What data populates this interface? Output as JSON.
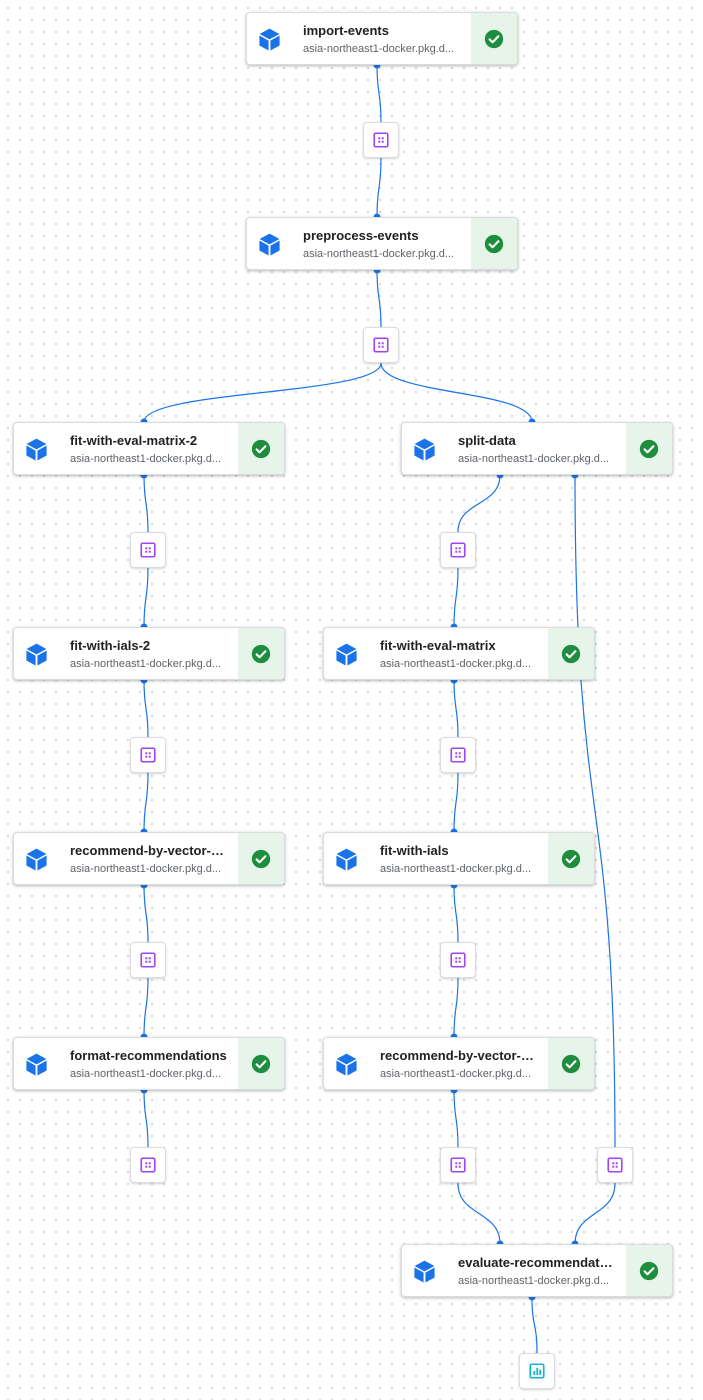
{
  "colors": {
    "edge": "#1a73e8",
    "cube": "#1a73e8",
    "success": "#1e8e3e",
    "success_bg": "#e6f4ea",
    "artifact_purple": "#a142f4",
    "metrics_teal": "#12b5cb"
  },
  "nodes": [
    {
      "id": "import-events",
      "title": "import-events",
      "subtitle": "asia-northeast1-docker.pkg.d...",
      "status": "succeeded",
      "icon": "container-cube-icon",
      "status_icon": "check-circle-icon"
    },
    {
      "id": "preprocess-events",
      "title": "preprocess-events",
      "subtitle": "asia-northeast1-docker.pkg.d...",
      "status": "succeeded",
      "icon": "container-cube-icon",
      "status_icon": "check-circle-icon"
    },
    {
      "id": "fit-with-eval-matrix-2",
      "title": "fit-with-eval-matrix-2",
      "subtitle": "asia-northeast1-docker.pkg.d...",
      "status": "succeeded",
      "icon": "container-cube-icon",
      "status_icon": "check-circle-icon"
    },
    {
      "id": "split-data",
      "title": "split-data",
      "subtitle": "asia-northeast1-docker.pkg.d...",
      "status": "succeeded",
      "icon": "container-cube-icon",
      "status_icon": "check-circle-icon"
    },
    {
      "id": "fit-with-ials-2",
      "title": "fit-with-ials-2",
      "subtitle": "asia-northeast1-docker.pkg.d...",
      "status": "succeeded",
      "icon": "container-cube-icon",
      "status_icon": "check-circle-icon"
    },
    {
      "id": "fit-with-eval-matrix",
      "title": "fit-with-eval-matrix",
      "subtitle": "asia-northeast1-docker.pkg.d...",
      "status": "succeeded",
      "icon": "container-cube-icon",
      "status_icon": "check-circle-icon"
    },
    {
      "id": "recommend-by-vector-si-left",
      "title": "recommend-by-vector-si...",
      "subtitle": "asia-northeast1-docker.pkg.d...",
      "status": "succeeded",
      "icon": "container-cube-icon",
      "status_icon": "check-circle-icon"
    },
    {
      "id": "fit-with-ials",
      "title": "fit-with-ials",
      "subtitle": "asia-northeast1-docker.pkg.d...",
      "status": "succeeded",
      "icon": "container-cube-icon",
      "status_icon": "check-circle-icon"
    },
    {
      "id": "format-recommendations",
      "title": "format-recommendations",
      "subtitle": "asia-northeast1-docker.pkg.d...",
      "status": "succeeded",
      "icon": "container-cube-icon",
      "status_icon": "check-circle-icon"
    },
    {
      "id": "recommend-by-vector-si-right",
      "title": "recommend-by-vector-si...",
      "subtitle": "asia-northeast1-docker.pkg.d...",
      "status": "succeeded",
      "icon": "container-cube-icon",
      "status_icon": "check-circle-icon"
    },
    {
      "id": "evaluate-recommendations",
      "title": "evaluate-recommendatio...",
      "subtitle": "asia-northeast1-docker.pkg.d...",
      "status": "succeeded",
      "icon": "container-cube-icon",
      "status_icon": "check-circle-icon"
    }
  ],
  "artifacts": [
    {
      "id": "a-import",
      "type": "dataset",
      "icon": "dataset-artifact-icon"
    },
    {
      "id": "a-preprocess",
      "type": "dataset",
      "icon": "dataset-artifact-icon"
    },
    {
      "id": "a-fem2",
      "type": "dataset",
      "icon": "dataset-artifact-icon"
    },
    {
      "id": "a-split",
      "type": "dataset",
      "icon": "dataset-artifact-icon"
    },
    {
      "id": "a-fi2",
      "type": "dataset",
      "icon": "dataset-artifact-icon"
    },
    {
      "id": "a-fem",
      "type": "dataset",
      "icon": "dataset-artifact-icon"
    },
    {
      "id": "a-rbv-l",
      "type": "dataset",
      "icon": "dataset-artifact-icon"
    },
    {
      "id": "a-fi",
      "type": "dataset",
      "icon": "dataset-artifact-icon"
    },
    {
      "id": "a-fmt",
      "type": "dataset",
      "icon": "dataset-artifact-icon"
    },
    {
      "id": "a-rbv-r",
      "type": "dataset",
      "icon": "dataset-artifact-icon"
    },
    {
      "id": "a-split-2",
      "type": "dataset",
      "icon": "dataset-artifact-icon"
    },
    {
      "id": "a-metrics",
      "type": "metrics",
      "icon": "metrics-chart-icon"
    }
  ],
  "edges": [
    [
      "import-events",
      "a-import"
    ],
    [
      "a-import",
      "preprocess-events"
    ],
    [
      "preprocess-events",
      "a-preprocess"
    ],
    [
      "a-preprocess",
      "fit-with-eval-matrix-2"
    ],
    [
      "a-preprocess",
      "split-data"
    ],
    [
      "fit-with-eval-matrix-2",
      "a-fem2"
    ],
    [
      "a-fem2",
      "fit-with-ials-2"
    ],
    [
      "split-data",
      "a-split"
    ],
    [
      "a-split",
      "fit-with-eval-matrix"
    ],
    [
      "split-data",
      "a-split-2"
    ],
    [
      "a-split-2",
      "evaluate-recommendations"
    ],
    [
      "fit-with-ials-2",
      "a-fi2"
    ],
    [
      "a-fi2",
      "recommend-by-vector-si-left"
    ],
    [
      "fit-with-eval-matrix",
      "a-fem"
    ],
    [
      "a-fem",
      "fit-with-ials"
    ],
    [
      "recommend-by-vector-si-left",
      "a-rbv-l"
    ],
    [
      "a-rbv-l",
      "format-recommendations"
    ],
    [
      "fit-with-ials",
      "a-fi"
    ],
    [
      "a-fi",
      "recommend-by-vector-si-right"
    ],
    [
      "format-recommendations",
      "a-fmt"
    ],
    [
      "recommend-by-vector-si-right",
      "a-rbv-r"
    ],
    [
      "a-rbv-r",
      "evaluate-recommendations"
    ],
    [
      "evaluate-recommendations",
      "a-metrics"
    ]
  ]
}
